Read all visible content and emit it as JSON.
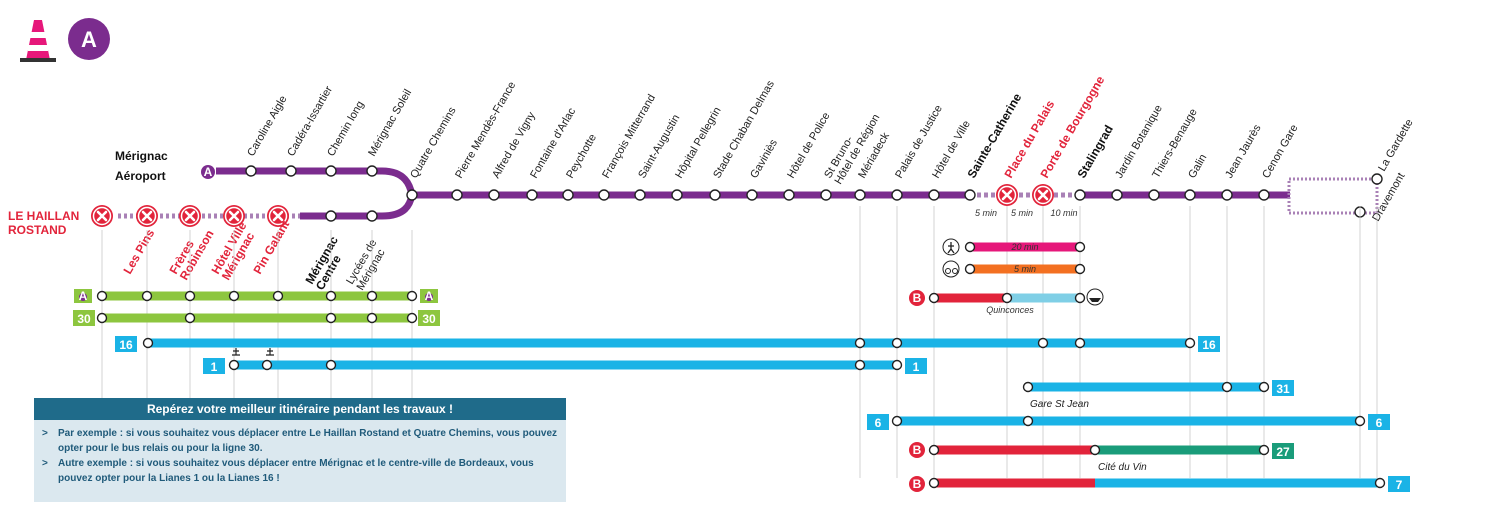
{
  "header": {
    "line_letter": "A"
  },
  "colors": {
    "tram_a": "#7b2c8e",
    "closed": "#e2243b",
    "bus_green": "#8dc63f",
    "bus_blue": "#1ab3e6",
    "bus_red": "#e2243b",
    "bus_teal": "#1a9c7a",
    "walk_pink": "#e6177a",
    "bike_orange": "#f37021",
    "boat_light": "#7fcfe6"
  },
  "terminals": {
    "merignac": "Mérignac\nAéroport",
    "le_haillan": "LE HAILLAN\nROSTAND"
  },
  "stations_upper": [
    "Caroline Aigle",
    "Cadéra-Issartier",
    "Chemin long",
    "Mérignac Soleil"
  ],
  "stations_lower_closed": [
    "Les Pins",
    "Frères\nRobinson",
    "Hôtel Ville\nMérignac",
    "Pin Galant"
  ],
  "stations_lower_open": [
    {
      "name": "Mérignac\nCentre",
      "bold": true
    },
    {
      "name": "Lycées de\nMérignac",
      "bold": false
    }
  ],
  "stations_main": [
    {
      "name": "Quatre Chemins",
      "style": "normal"
    },
    {
      "name": "Pierre Mendès-France",
      "style": "normal"
    },
    {
      "name": "Alfred de Vigny",
      "style": "normal"
    },
    {
      "name": "Fontaine d'Arlac",
      "style": "normal"
    },
    {
      "name": "Peychotte",
      "style": "normal"
    },
    {
      "name": "François Mitterrand",
      "style": "normal"
    },
    {
      "name": "Saint-Augustin",
      "style": "normal"
    },
    {
      "name": "Hôpital Pellegrin",
      "style": "normal"
    },
    {
      "name": "Stade Chaban Delmas",
      "style": "normal"
    },
    {
      "name": "Gaviniès",
      "style": "normal"
    },
    {
      "name": "Hôtel de Police",
      "style": "normal"
    },
    {
      "name": "St Bruno-\nHôtel de Région",
      "style": "normal"
    },
    {
      "name": "Mériadeck",
      "style": "normal"
    },
    {
      "name": "Palais de Justice",
      "style": "normal"
    },
    {
      "name": "Hôtel de Ville",
      "style": "normal"
    },
    {
      "name": "Sainte-Catherine",
      "style": "bold"
    },
    {
      "name": "Place du Palais",
      "style": "closed"
    },
    {
      "name": "Porte de Bourgogne",
      "style": "closed"
    },
    {
      "name": "Stalingrad",
      "style": "bold"
    },
    {
      "name": "Jardin Botanique",
      "style": "normal"
    },
    {
      "name": "Thiers-Benauge",
      "style": "normal"
    },
    {
      "name": "Galin",
      "style": "normal"
    },
    {
      "name": "Jean Jaurès",
      "style": "normal"
    },
    {
      "name": "Cenon Gare",
      "style": "normal"
    },
    {
      "name": "La Gardette",
      "style": "normal"
    },
    {
      "name": "Dravemont",
      "style": "normal"
    }
  ],
  "walk_times": [
    "5 min",
    "5 min",
    "10 min"
  ],
  "alternatives": {
    "walk": "20 min",
    "bike": "5 min",
    "quinconces": "Quinconces",
    "gare_st_jean": "Gare St Jean",
    "cite_du_vin": "Cité du Vin"
  },
  "bus_lines": {
    "relais_badge": "A",
    "l30": "30",
    "l16": "16",
    "l1": "1",
    "l31": "31",
    "l6": "6",
    "l27": "27",
    "l7": "7",
    "b": "B"
  },
  "info_box": {
    "title": "Repérez votre meilleur itinéraire pendant les travaux !",
    "bullet": ">",
    "item1": "Par exemple : si vous souhaitez vous déplacer entre Le Haillan Rostand et Quatre Chemins, vous pouvez opter pour le bus relais ou pour la ligne 30.",
    "item2": "Autre exemple : si vous souhaitez vous déplacer entre Mérignac et le centre-ville de Bordeaux, vous pouvez opter pour la Lianes 1 ou la Lianes 16 !"
  }
}
